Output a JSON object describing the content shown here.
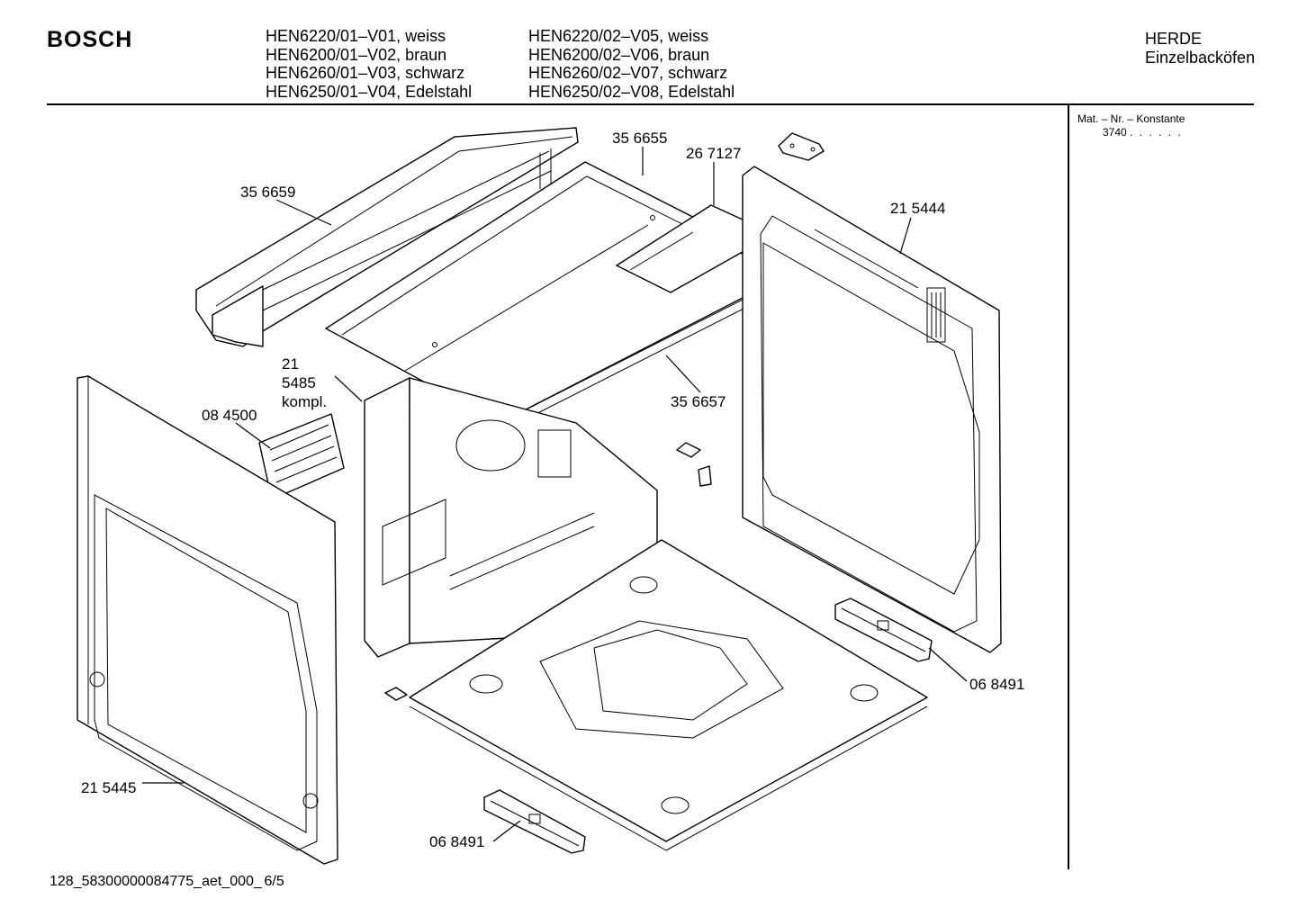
{
  "brand": "BOSCH",
  "models_col1": [
    "HEN6220/01–V01, weiss",
    "HEN6200/01–V02, braun",
    "HEN6260/01–V03, schwarz",
    "HEN6250/01–V04, Edelstahl"
  ],
  "models_col2": [
    "HEN6220/02–V05, weiss",
    "HEN6200/02–V06, braun",
    "HEN6260/02–V07, schwarz",
    "HEN6250/02–V08, Edelstahl"
  ],
  "category": [
    "HERDE",
    "Einzelbacköfen"
  ],
  "side_panel": {
    "label": "Mat. – Nr. – Konstante",
    "value": "3740",
    "dots": ". . . . . ."
  },
  "part_labels": {
    "p356659": "35 6659",
    "p356655": "35 6655",
    "p267127": "26 7127",
    "p215444": "21 5444",
    "p215485_a": "21",
    "p215485_b": "5485",
    "p215485_c": "kompl.",
    "p084500": "08 4500",
    "p356657": "35 6657",
    "p068491_right": "06 8491",
    "p215445": "21 5445",
    "p068491_bottom": "06 8491"
  },
  "footer": "128_58300000084775_aet_000_ 6/5"
}
